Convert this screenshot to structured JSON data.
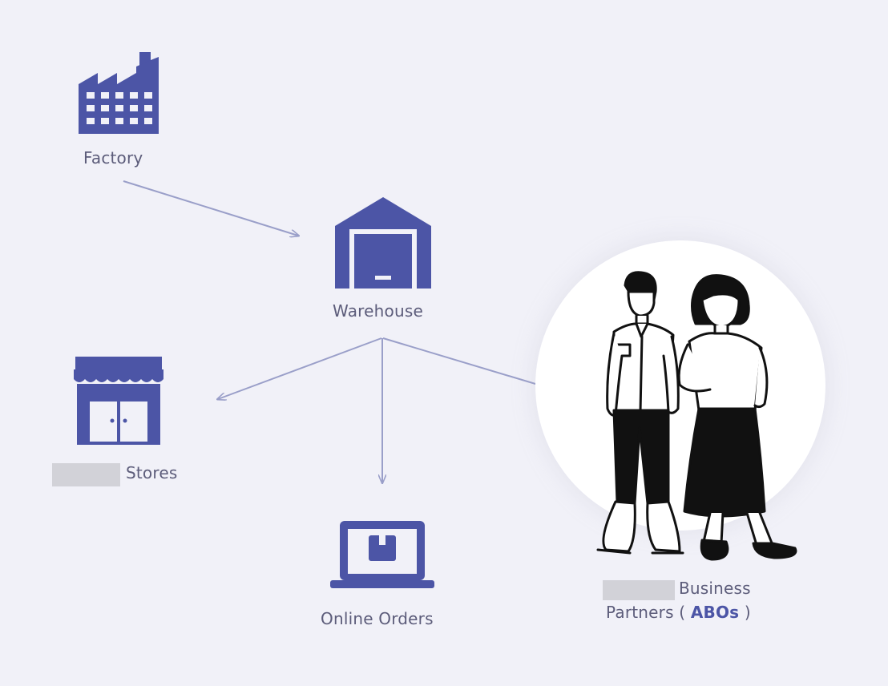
{
  "colors": {
    "background": "#f1f1f8",
    "icon": "#4c55a6",
    "arrow": "#9a9fc9",
    "label": "#5c5c7a"
  },
  "nodes": {
    "factory": {
      "label": "Factory",
      "icon": "factory-icon"
    },
    "warehouse": {
      "label": "Warehouse",
      "icon": "warehouse-icon"
    },
    "stores": {
      "label": "Stores",
      "icon": "storefront-icon"
    },
    "online_orders": {
      "label": "Online Orders",
      "icon": "laptop-icon"
    },
    "business_partners": {
      "line1": "Business",
      "line2_prefix": "Partners (",
      "line2_bold": "ABOs",
      "line2_suffix": ")",
      "illustration": "people-illustration"
    }
  },
  "edges": [
    {
      "from": "Factory",
      "to": "Warehouse"
    },
    {
      "from": "Warehouse",
      "to": "Stores"
    },
    {
      "from": "Warehouse",
      "to": "Online Orders"
    },
    {
      "from": "Warehouse",
      "to": "Business Partners (ABOs)"
    }
  ]
}
